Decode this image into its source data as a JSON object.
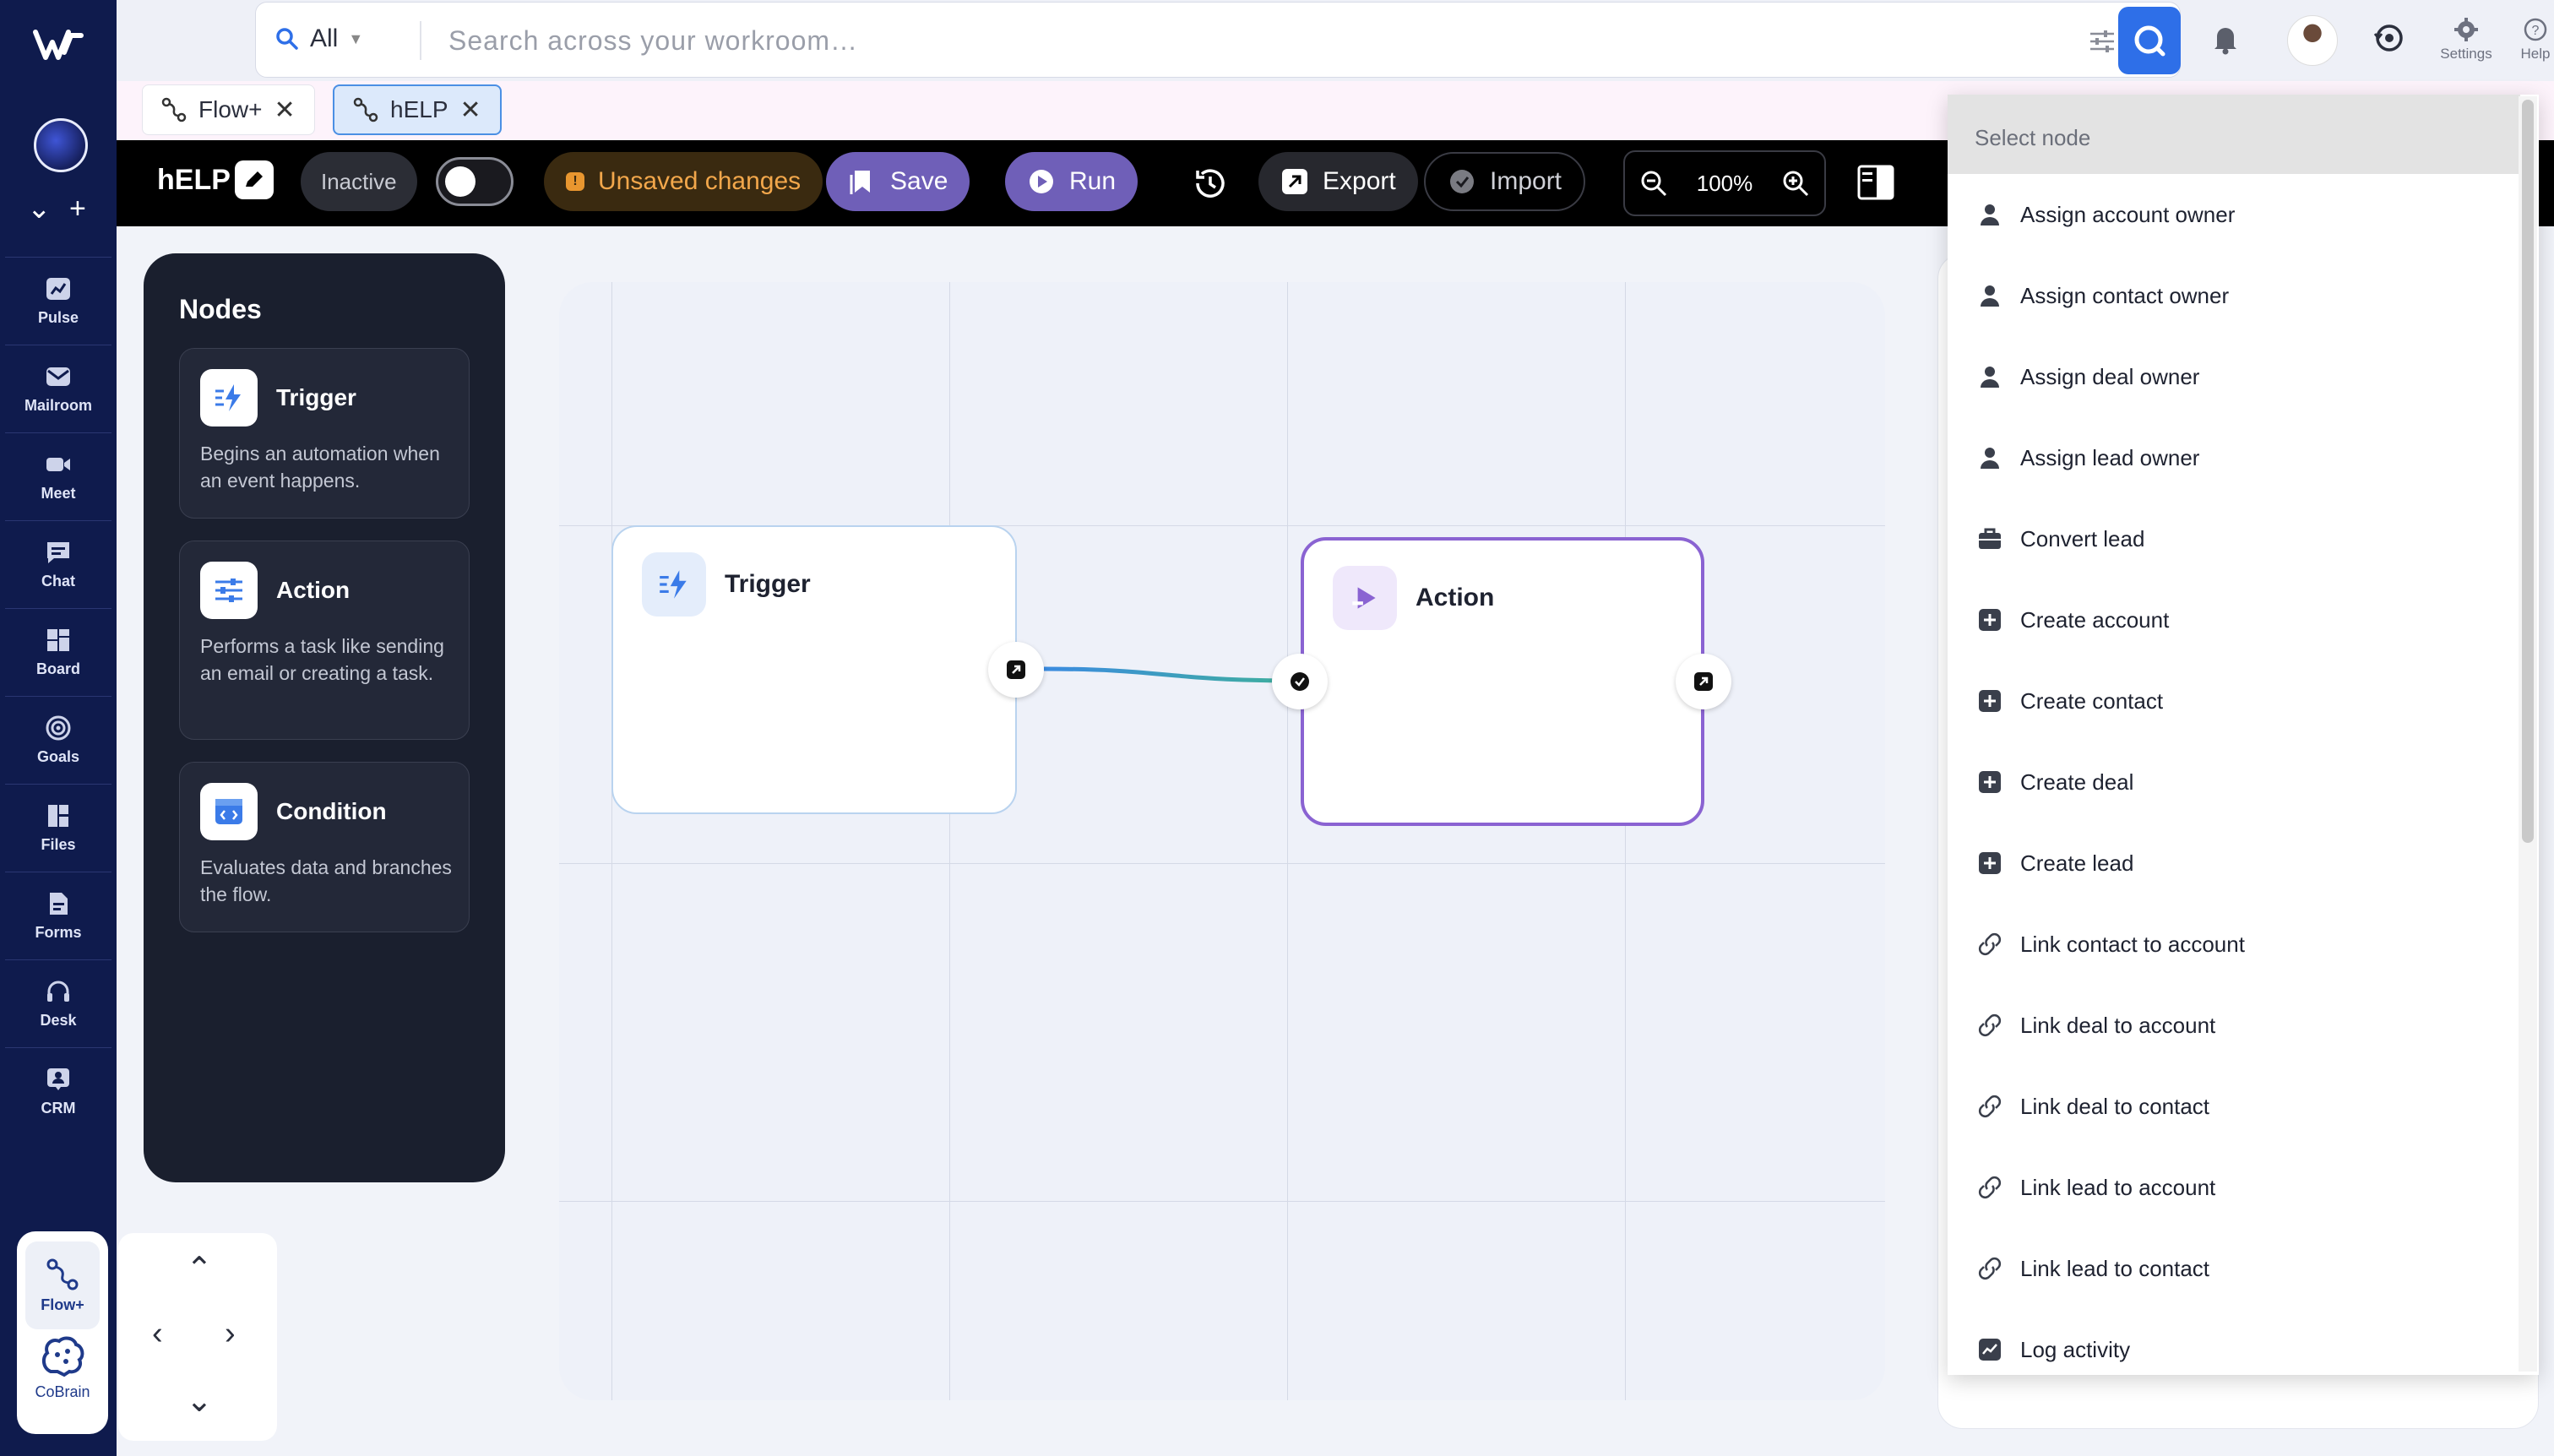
{
  "sidebar": {
    "items": [
      {
        "label": "Pulse",
        "icon": "pulse-icon"
      },
      {
        "label": "Mailroom",
        "icon": "mailroom-icon"
      },
      {
        "label": "Meet",
        "icon": "meet-icon"
      },
      {
        "label": "Chat",
        "icon": "chat-icon"
      },
      {
        "label": "Board",
        "icon": "board-icon"
      },
      {
        "label": "Goals",
        "icon": "goals-icon"
      },
      {
        "label": "Files",
        "icon": "files-icon"
      },
      {
        "label": "Forms",
        "icon": "forms-icon"
      },
      {
        "label": "Desk",
        "icon": "desk-icon"
      },
      {
        "label": "CRM",
        "icon": "crm-icon"
      }
    ],
    "bottom": [
      {
        "label": "Flow+",
        "icon": "flow-icon"
      },
      {
        "label": "CoBrain",
        "icon": "brain-icon"
      }
    ]
  },
  "search": {
    "scope": "All",
    "placeholder": "Search across your workroom…"
  },
  "header": {
    "settings_label": "Settings",
    "help_label": "Help"
  },
  "tabs": [
    {
      "label": "Flow+",
      "active": false
    },
    {
      "label": "hELP",
      "active": true
    }
  ],
  "toolbar": {
    "flow_name": "hELP",
    "status": "Inactive",
    "unsaved": "Unsaved changes",
    "save": "Save",
    "run": "Run",
    "export": "Export",
    "import": "Import",
    "zoom": "100%"
  },
  "nodes_panel": {
    "title": "Nodes",
    "items": [
      {
        "name": "Trigger",
        "desc": "Begins an automation when an event happens."
      },
      {
        "name": "Action",
        "desc": "Performs a task like sending an email or creating a task."
      },
      {
        "name": "Condition",
        "desc": "Evaluates data and branches the flow."
      }
    ]
  },
  "canvas": {
    "nodes": [
      {
        "name": "Trigger"
      },
      {
        "name": "Action"
      }
    ]
  },
  "dropdown": {
    "header": "Select node",
    "items": [
      {
        "label": "Assign account owner",
        "icon": "person-icon"
      },
      {
        "label": "Assign contact owner",
        "icon": "person-icon"
      },
      {
        "label": "Assign deal owner",
        "icon": "person-icon"
      },
      {
        "label": "Assign lead owner",
        "icon": "person-icon"
      },
      {
        "label": "Convert lead",
        "icon": "briefcase-icon"
      },
      {
        "label": "Create account",
        "icon": "plus-box-icon"
      },
      {
        "label": "Create contact",
        "icon": "plus-box-icon"
      },
      {
        "label": "Create deal",
        "icon": "plus-box-icon"
      },
      {
        "label": "Create lead",
        "icon": "plus-box-icon"
      },
      {
        "label": "Link contact to account",
        "icon": "link-icon"
      },
      {
        "label": "Link deal to account",
        "icon": "link-icon"
      },
      {
        "label": "Link deal to contact",
        "icon": "link-icon"
      },
      {
        "label": "Link lead to account",
        "icon": "link-icon"
      },
      {
        "label": "Link lead to contact",
        "icon": "link-icon"
      },
      {
        "label": "Log activity",
        "icon": "activity-icon"
      }
    ]
  },
  "colors": {
    "rail": "#0f1b4d",
    "accent": "#2e6fe8",
    "purple": "#6f5fb8",
    "action_border": "#8a63d2",
    "warning": "#e8962f"
  }
}
